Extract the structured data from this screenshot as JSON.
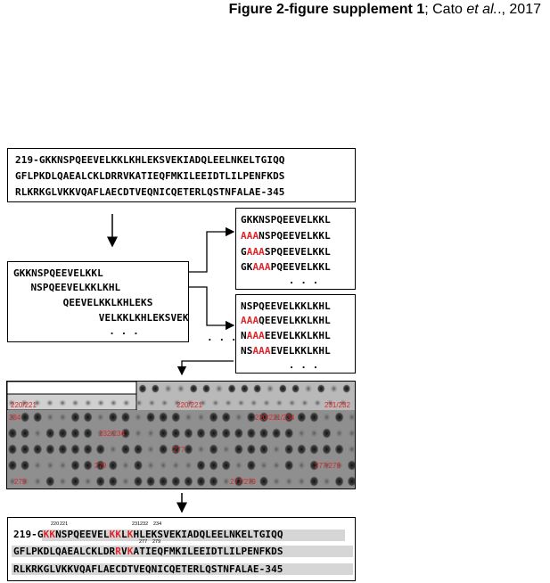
{
  "header": {
    "figure_title": "Figure 2-figure supplement 1",
    "citation_sep": "; Cato ",
    "citation_etal": "et al.",
    "citation_year": "., 2017"
  },
  "full_sequence": {
    "lines": [
      "219-GKKNSPQEEVELKKLKHLEKSVEKIADQLEELNKELTGIQQ",
      "GFLPKDLQAEALCKLDRRVKATIEQFMKILEEIDTLILPENFKDS",
      "RLKRKGLVKKVQAFLAECDTVEQNICQETERLQSTNFALAE-345"
    ]
  },
  "peptide_box": {
    "lines": [
      "GKKNSPQEEVELKKL",
      "  NSPQEEVELKKLKHL",
      "     QEEVELKKLKHLEKS",
      "        VELKKLKHLEKSVEK",
      "          . . ."
    ]
  },
  "ellipsis_between": ". . .",
  "mutant_box_1": {
    "lines": [
      {
        "pre": "GKKNSPQEEVELKKL",
        "red": "",
        "post": ""
      },
      {
        "pre": "",
        "red": "AAA",
        "post": "NSPQEEVELKKL"
      },
      {
        "pre": "G",
        "red": "AAA",
        "post": "SPQEEVELKKL"
      },
      {
        "pre": "GK",
        "red": "AAA",
        "post": "PQEEVELKKL"
      },
      {
        "pre": "        . . .",
        "red": "",
        "post": ""
      }
    ]
  },
  "mutant_box_2": {
    "lines": [
      {
        "pre": "NSPQEEVELKKLKHL",
        "red": "",
        "post": ""
      },
      {
        "pre": "",
        "red": "AAA",
        "post": "QEEVELKKLKHL"
      },
      {
        "pre": "N",
        "red": "AAA",
        "post": "EEVELKKLKHL"
      },
      {
        "pre": "NS",
        "red": "AAA",
        "post": "EVELKKLKHL"
      },
      {
        "pre": "        . . .",
        "red": "",
        "post": ""
      }
    ]
  },
  "blot_labels": [
    "220/221",
    "220/221",
    "231/232",
    "234",
    "220/221/234",
    "232/234",
    "277",
    "279",
    "277/279",
    "279",
    "277/279"
  ],
  "result": {
    "line1": {
      "a": "219-G",
      "r1": "KK",
      "b": "NSPQEEVEL",
      "r2": "KK",
      "c": "L",
      "r3": "K",
      "d": "HLEKSVEKIADQLEELNKELTGIQQ"
    },
    "line2": {
      "a": "GFLPKDLQAEALCKLDR",
      "r1": "R",
      "b": "V",
      "r2": "K",
      "c": "ATIEQFMKILEEIDTLILPENFKDS"
    },
    "line3": "RLKRKGLVKKVQAFLAECDTVEQNICQETERLQSTNFALAE-345",
    "superscripts": [
      "220",
      "221",
      "231",
      "232",
      "234",
      "277",
      "279"
    ]
  },
  "colors": {
    "accent_red": "#e0262a",
    "highlight_gray": "#d6d6d6"
  }
}
